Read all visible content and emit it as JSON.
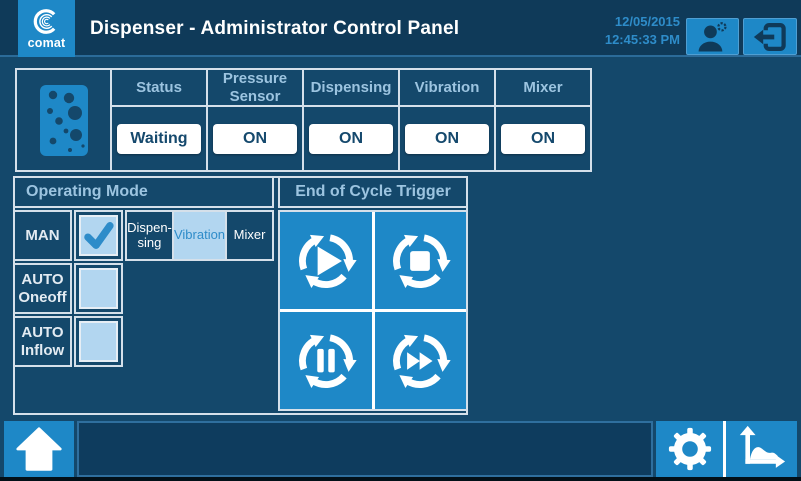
{
  "header": {
    "logo_text": "comat",
    "title": "Dispenser - Administrator Control Panel",
    "date": "12/05/2015",
    "time": "12:45:33 PM"
  },
  "status_panel": {
    "columns": [
      {
        "label": "Status",
        "value": "Waiting"
      },
      {
        "label": "Pressure Sensor",
        "value": "ON"
      },
      {
        "label": "Dispensing",
        "value": "ON"
      },
      {
        "label": "Vibration",
        "value": "ON"
      },
      {
        "label": "Mixer",
        "value": "ON"
      }
    ]
  },
  "operating_mode": {
    "title": "Operating Mode",
    "rows": [
      {
        "label": "MAN",
        "checked": true
      },
      {
        "label_line1": "AUTO",
        "label_line2": "Oneoff",
        "checked": false
      },
      {
        "label_line1": "AUTO",
        "label_line2": "Inflow",
        "checked": false
      }
    ],
    "mode_buttons": [
      {
        "line1": "Dispen-",
        "line2": "sing",
        "selected": false
      },
      {
        "line1": "Vibration",
        "selected": true
      },
      {
        "line1": "Mixer",
        "selected": false
      }
    ]
  },
  "end_of_cycle": {
    "title": "End of Cycle Trigger",
    "buttons": [
      {
        "icon": "cycle-start-icon"
      },
      {
        "icon": "cycle-stop-icon"
      },
      {
        "icon": "cycle-pause-icon"
      },
      {
        "icon": "cycle-fast-forward-icon"
      }
    ]
  },
  "icons": [
    "comat-swirl-icon",
    "dispenser-granules-icon",
    "admin-user-icon",
    "logout-icon",
    "home-icon",
    "settings-gear-icon",
    "trend-chart-icon",
    "checkmark-icon"
  ],
  "colors": {
    "accent_blue": "#1E88C7",
    "panel_navy": "#14486B",
    "header_navy": "#0F3A59",
    "light_blue": "#B2D6F0",
    "border_light": "#D5E0EA",
    "text_light_blue": "#9CC4E0",
    "date_blue": "#2E8CC9"
  }
}
